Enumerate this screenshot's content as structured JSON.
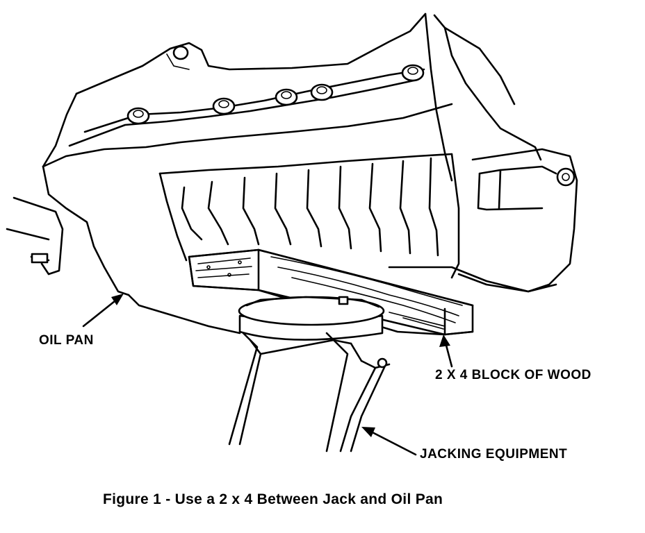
{
  "labels": {
    "oil_pan": "OIL PAN",
    "wood_block": "2 X 4 BLOCK OF WOOD",
    "jacking_equipment": "JACKING EQUIPMENT"
  },
  "caption": "Figure 1 - Use a 2 x 4 Between Jack and Oil Pan",
  "colors": {
    "ink": "#000000",
    "paper": "#ffffff"
  }
}
